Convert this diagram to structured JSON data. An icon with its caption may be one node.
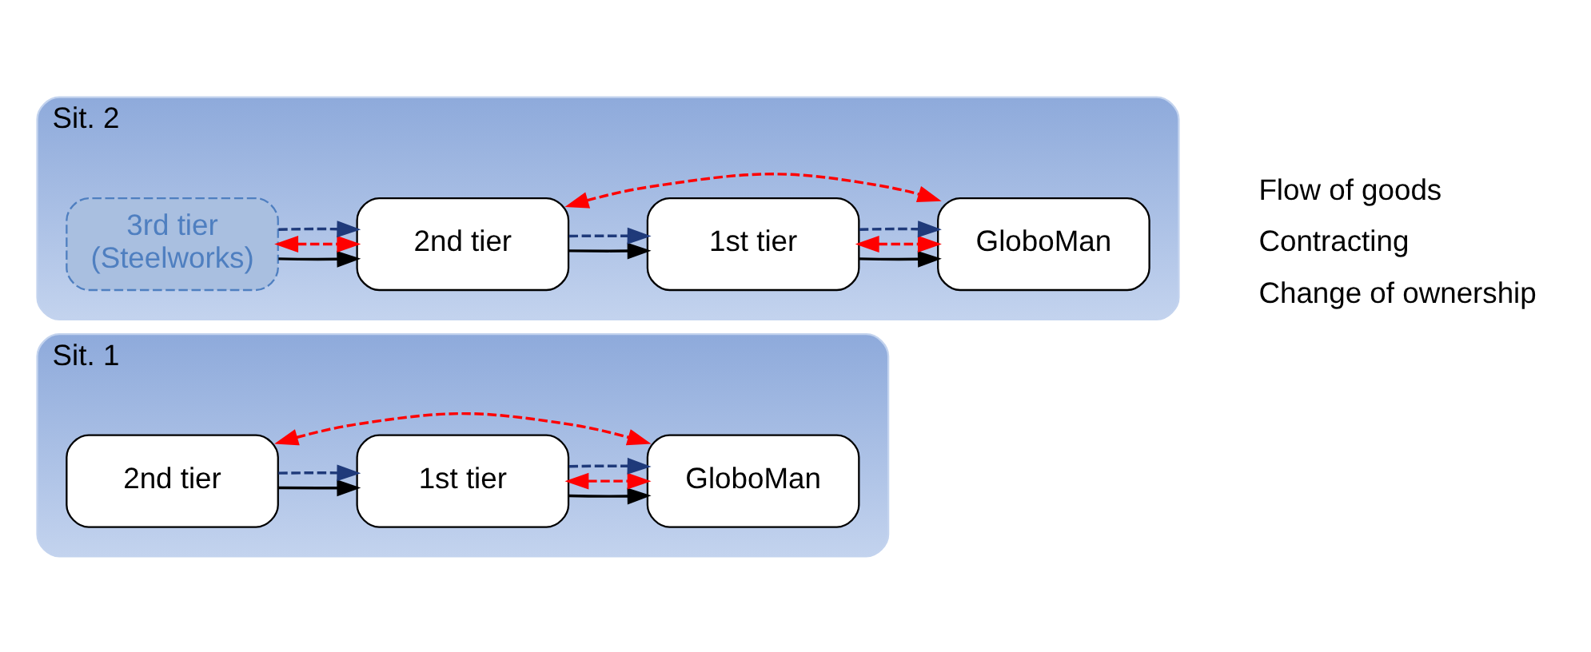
{
  "diagram": {
    "nodes": [
      {
        "text": [
          "Sit. 1"
        ]
      },
      {
        "text": [
          "2nd tier"
        ],
        "in": 0
      },
      {
        "text": [
          "1st tier"
        ],
        "in": 0
      },
      {
        "text": [
          "GloboMan"
        ],
        "in": 0
      },
      {
        "text": [
          "Sit. 2"
        ]
      },
      {
        "text": [
          "3rd tier",
          "(Steelworks)"
        ],
        "in": 4
      },
      {
        "text": [
          "2nd tier"
        ],
        "in": 4
      },
      {
        "text": [
          "1st tier"
        ],
        "in": 4
      },
      {
        "text": [
          "GloboMan"
        ],
        "in": 4
      }
    ],
    "edges": [
      {
        "from": 1,
        "to": 2,
        "arrow": "to"
      },
      {
        "from": 1,
        "to": 2,
        "arrow": "to",
        "style": "dashed",
        "color": "#1f3a7a"
      },
      {
        "from": 2,
        "to": 3,
        "arrow": "to"
      },
      {
        "from": 2,
        "to": 3,
        "arrow": "both",
        "style": "dashed",
        "color": "#ff0000"
      },
      {
        "from": 2,
        "to": 3,
        "arrow": "to",
        "style": "dashed",
        "color": "#1f3a7a"
      },
      {
        "from": 1,
        "to": 3,
        "arrow": "both",
        "style": "dashed",
        "color": "#ff0000"
      },
      {
        "from": 5,
        "to": 6,
        "arrow": "to"
      },
      {
        "from": 5,
        "to": 6,
        "arrow": "both",
        "style": "dashed",
        "color": "#ff0000"
      },
      {
        "from": 5,
        "to": 6,
        "arrow": "to",
        "style": "dashed",
        "color": "#1f3a7a"
      },
      {
        "from": 6,
        "to": 7,
        "arrow": "to"
      },
      {
        "from": 6,
        "to": 7,
        "arrow": "to",
        "style": "dashed",
        "color": "#1f3a7a"
      },
      {
        "from": 7,
        "to": 8,
        "arrow": "to"
      },
      {
        "from": 7,
        "to": 8,
        "arrow": "both",
        "style": "dashed",
        "color": "#ff0000"
      },
      {
        "from": 7,
        "to": 8,
        "arrow": "to",
        "style": "dashed",
        "color": "#1f3a7a"
      },
      {
        "from": 6,
        "to": 8,
        "arrow": "both",
        "style": "dashed",
        "color": "#ff0000"
      }
    ],
    "legend": [
      {
        "text": "Flow of goods"
      },
      {
        "text": "Contracting"
      },
      {
        "text": "Change of ownership"
      }
    ]
  }
}
